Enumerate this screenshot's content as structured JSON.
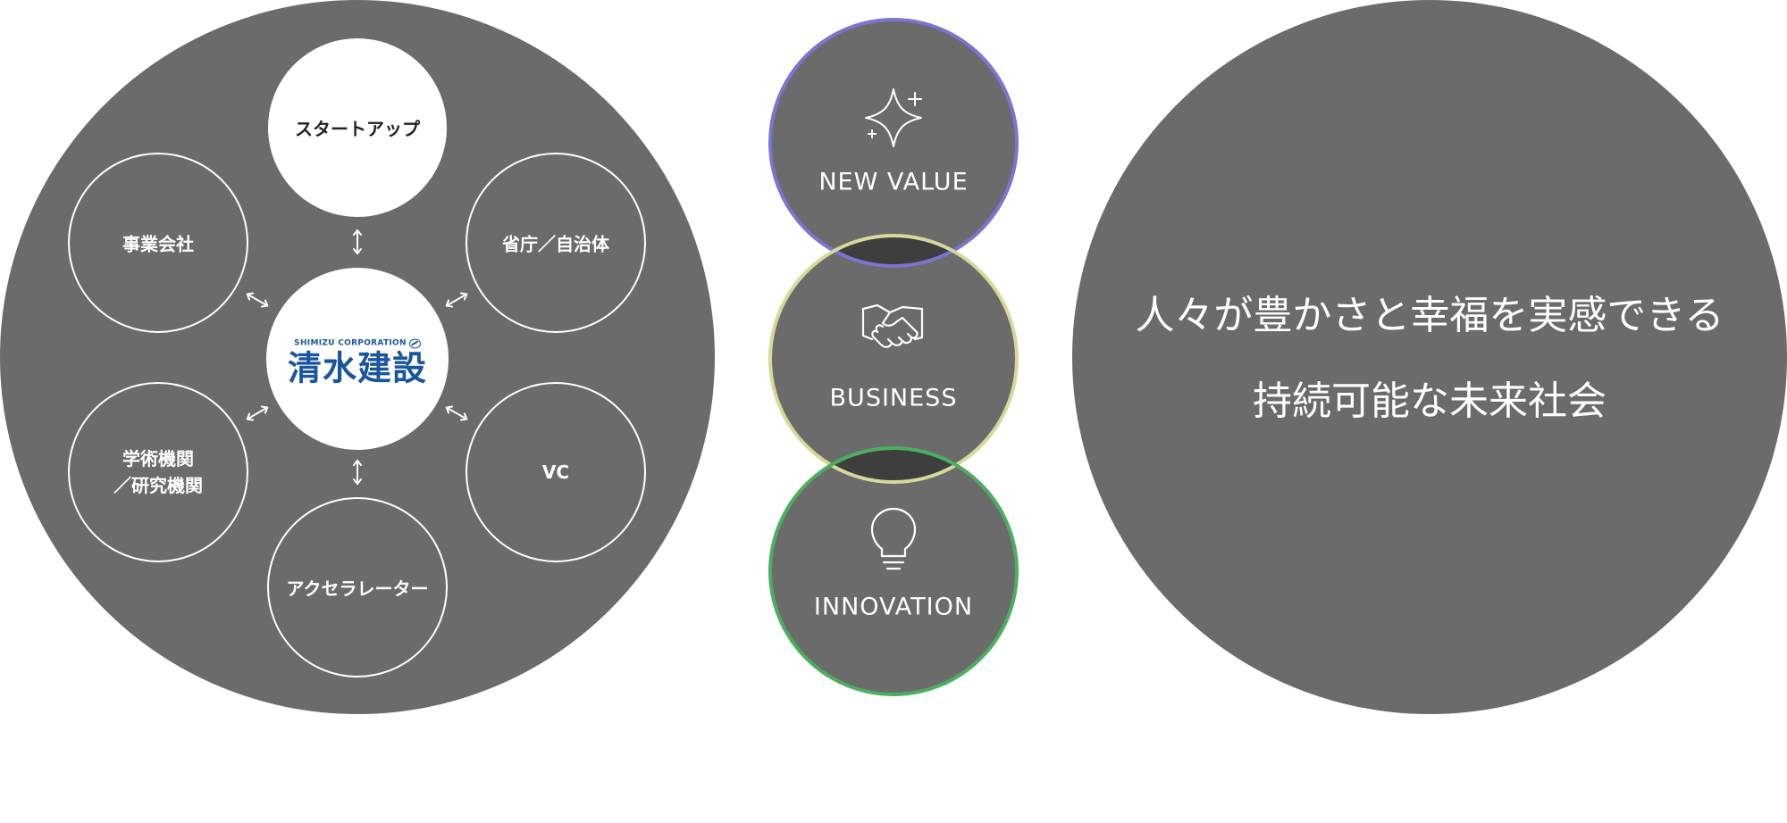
{
  "ecosystem": {
    "center_logo": {
      "sub": "SHIMIZU CORPORATION",
      "main": "清水建設"
    },
    "partners": {
      "startup": "スタートアップ",
      "government": "省庁／自治体",
      "vc": "VC",
      "accelerator": "アクセラレーター",
      "academic_line1": "学術機関",
      "academic_line2": "／研究機関",
      "business_company": "事業会社"
    }
  },
  "venn": {
    "new_value": "NEW VALUE",
    "business": "BUSINESS",
    "innovation": "INNOVATION"
  },
  "goal": {
    "line1": "人々が豊かさと幸福を実感できる",
    "line2": "持続可能な未来社会"
  },
  "colors": {
    "big_circle": "#6b6b6b",
    "white": "#ffffff",
    "new_value_ring": "#7b74d3",
    "business_ring": "#d8d89a",
    "innovation_ring": "#4caf60",
    "overlap": "#3e3e3e",
    "logo_blue": "#1a56a0"
  },
  "icons": {
    "new_value": "sparkle-icon",
    "business": "handshake-icon",
    "innovation": "lightbulb-icon"
  }
}
